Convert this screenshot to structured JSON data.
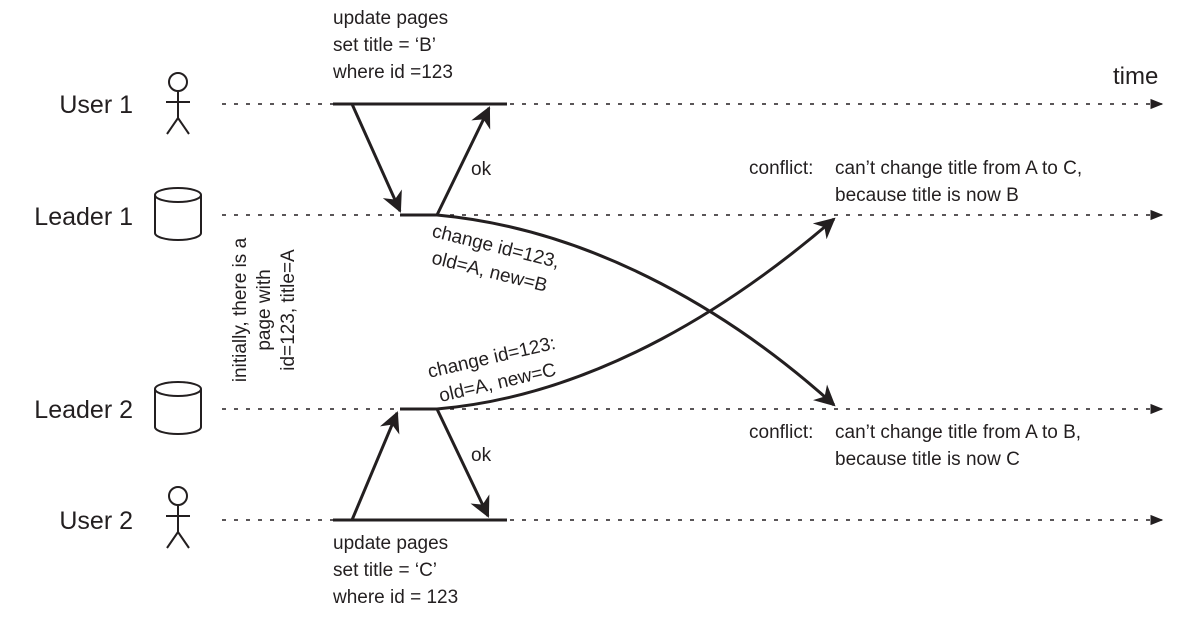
{
  "lanes": {
    "user1": "User 1",
    "leader1": "Leader 1",
    "leader2": "Leader 2",
    "user2": "User 2"
  },
  "time_label": "time",
  "initial_note": [
    "initially, there is a",
    "page with",
    "id=123, title=A"
  ],
  "user1_query": [
    "update pages",
    "set title = ‘B’",
    "where id =123"
  ],
  "user2_query": [
    "update pages",
    "set title = ‘C’",
    "where id = 123"
  ],
  "ok_labels": {
    "leader1": "ok",
    "leader2": "ok"
  },
  "replication": {
    "from_leader1": [
      "change id=123,",
      "old=A, new=B"
    ],
    "from_leader2": [
      "change id=123:",
      "old=A, new=C"
    ]
  },
  "conflicts": {
    "leader1": [
      "conflict:",
      "can’t change title from A to C,",
      "because title is now B"
    ],
    "leader2": [
      "conflict:",
      "can’t change title from A to B,",
      "because title is now C"
    ]
  },
  "icons": {
    "user": "stick-figure-icon",
    "database": "database-cylinder-icon",
    "arrowhead": "arrowhead-icon"
  },
  "colors": {
    "ink": "#231f20",
    "background": "#ffffff"
  }
}
